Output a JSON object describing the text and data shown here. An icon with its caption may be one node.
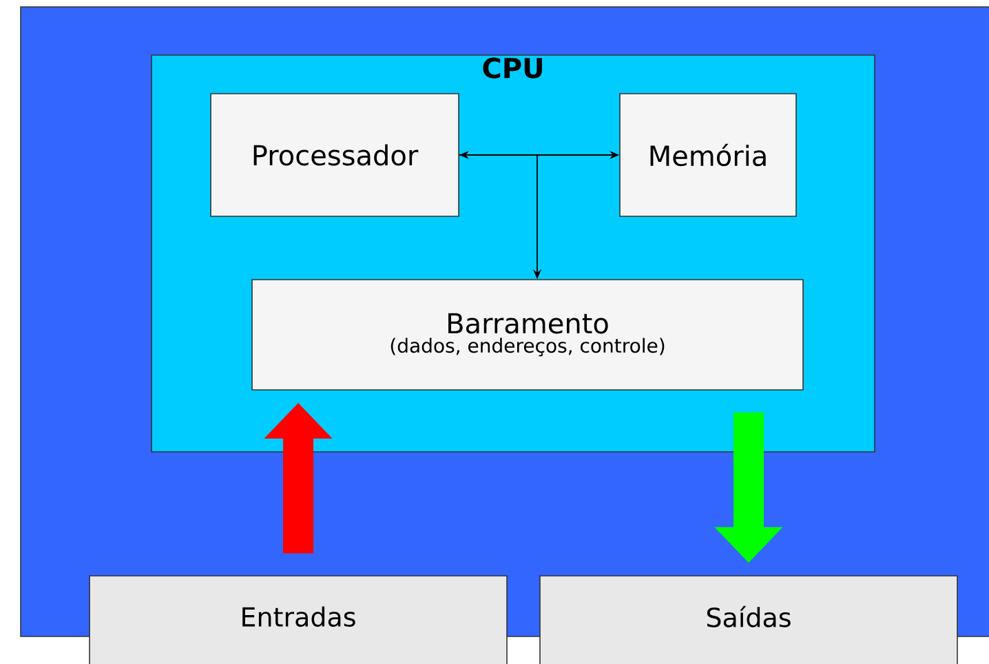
{
  "diagram": {
    "nodes": [
      {
        "text": [],
        "shape": "box"
      },
      {
        "text": [
          "CPU"
        ],
        "in": 0
      },
      {
        "text": [
          "Processador"
        ],
        "in": 1
      },
      {
        "text": [
          "Memória"
        ],
        "in": 1
      },
      {
        "text": [
          "Barramento",
          "(dados, endereços, controle)"
        ],
        "in": 1
      },
      {
        "text": [
          "Entradas"
        ]
      },
      {
        "text": [
          "Saídas"
        ]
      }
    ],
    "edges": [
      {
        "from": 2,
        "to": 3,
        "arrow": "both"
      },
      {
        "from": 2,
        "to": 4,
        "arrow": "to"
      },
      {
        "from": 5,
        "to": 4,
        "arrow": "to",
        "style": "thick",
        "color": "#ff0000"
      },
      {
        "from": 4,
        "to": 6,
        "arrow": "to",
        "style": "thick",
        "color": "#00ff00"
      }
    ]
  }
}
